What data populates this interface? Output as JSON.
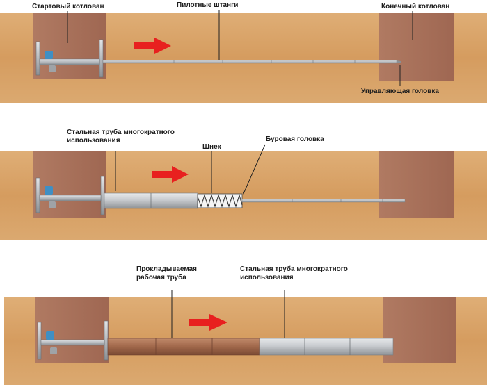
{
  "panels": [
    {
      "labels": {
        "start_pit": "Стартовый котлован",
        "pilot_rods": "Пилотные штанги",
        "end_pit": "Конечный котлован",
        "steering_head": "Управляющая головка"
      }
    },
    {
      "labels": {
        "steel_pipe": "Стальная труба многократного\nиспользования",
        "auger": "Шнек",
        "drill_head": "Буровая головка"
      }
    },
    {
      "labels": {
        "work_pipe": "Прокладываемая\nрабочая труба",
        "steel_pipe": "Стальная труба многократного\nиспользования"
      }
    }
  ],
  "colors": {
    "soil": "#d9a368",
    "pit": "#a8705a",
    "arrow": "#e8201f",
    "steel": "#c9ccd0",
    "work_pipe": "#a0674a",
    "jack_blue": "#3f8fc4"
  }
}
